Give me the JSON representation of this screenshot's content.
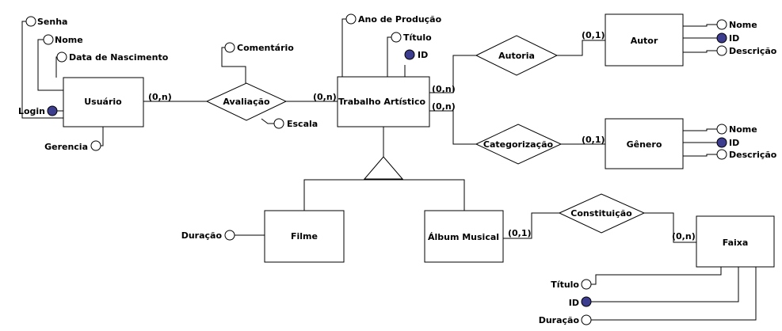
{
  "diagram": {
    "entities": {
      "usuario": "Usuário",
      "trabalho": "Trabalho Artístico",
      "autor": "Autor",
      "genero": "Gênero",
      "filme": "Filme",
      "album": "Álbum Musical",
      "faixa": "Faixa"
    },
    "relationships": {
      "avaliacao": "Avaliação",
      "autoria": "Autoria",
      "categorizacao": "Categorização",
      "constituicao": "Constituição"
    },
    "cardinalities": {
      "usuario_avaliacao": "(0,n)",
      "trabalho_avaliacao": "(0,n)",
      "trabalho_autoria": "(0,n)",
      "trabalho_categorizacao": "(0,n)",
      "autor_autoria": "(0,1)",
      "genero_categorizacao": "(0,1)",
      "album_constituicao": "(0,1)",
      "faixa_constituicao": "(0,n)"
    },
    "attributes": {
      "usuario": {
        "senha": "Senha",
        "nome": "Nome",
        "nascimento": "Data de Nascimento",
        "login": "Login",
        "gerencia": "Gerencia"
      },
      "avaliacao": {
        "comentario": "Comentário",
        "escala": "Escala"
      },
      "trabalho": {
        "ano": "Ano de Produção",
        "titulo": "Título",
        "id": "ID"
      },
      "autor": {
        "nome": "Nome",
        "id": "ID",
        "descricao": "Descrição"
      },
      "genero": {
        "nome": "Nome",
        "id": "ID",
        "descricao": "Descrição"
      },
      "filme": {
        "duracao": "Duração"
      },
      "faixa": {
        "titulo": "Título",
        "id": "ID",
        "duracao": "Duração"
      }
    },
    "colors": {
      "line": "#000000",
      "entity_fill": "#ffffff",
      "key_attribute": "#3d3d8f"
    }
  }
}
